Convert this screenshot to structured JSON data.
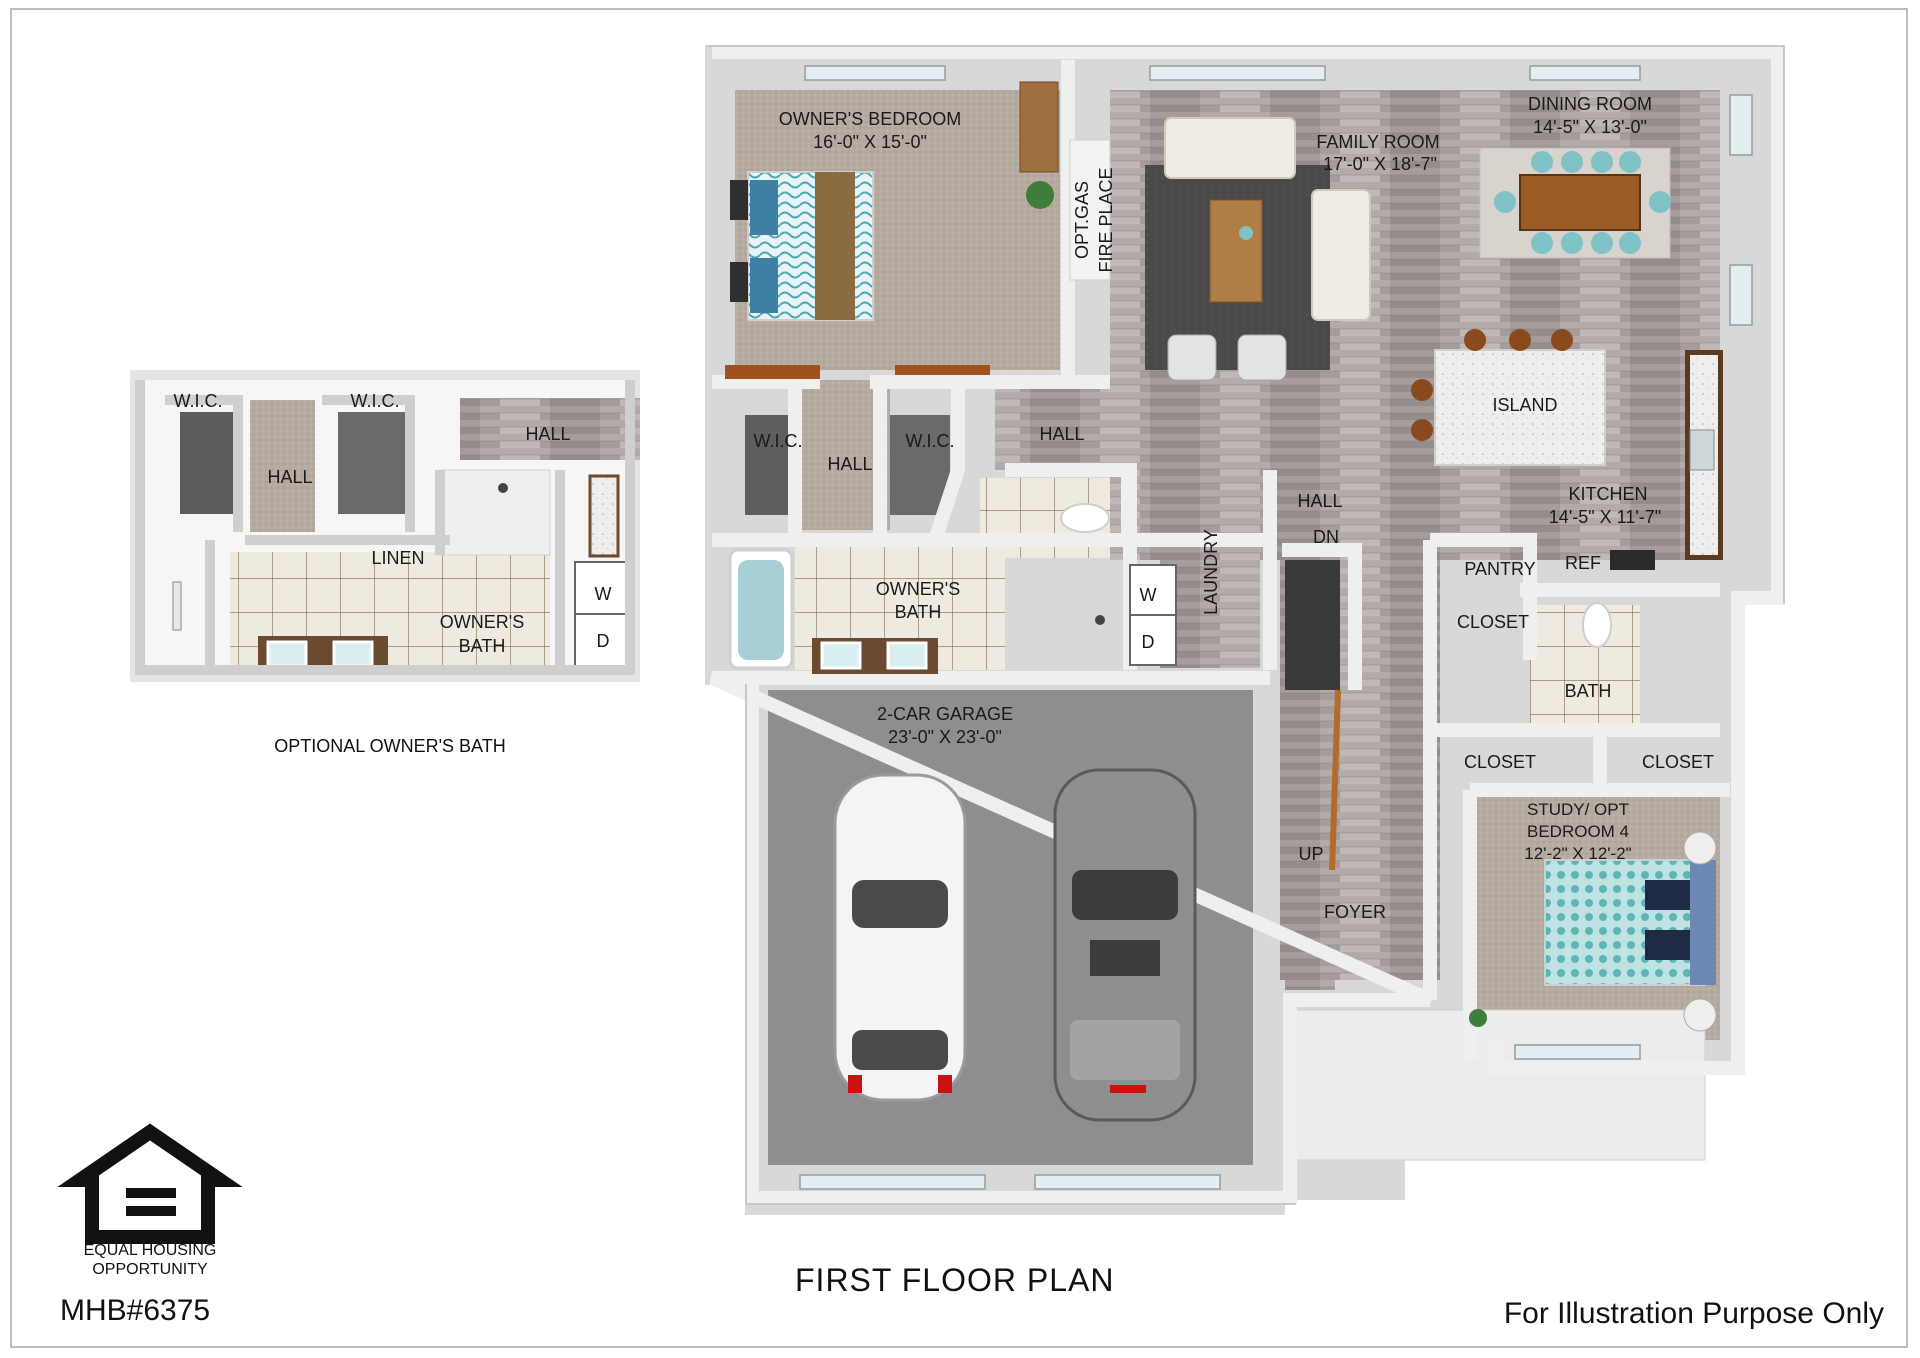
{
  "image": {
    "colors": {
      "wall": "#f2f2f2",
      "wall_shadow": "#c8c8c8",
      "wood_floor": "#a39a9a",
      "carpet": "#b7aca2",
      "tile": "#ece7dd",
      "garage": "#8e8e8e",
      "rug": "#4e4e4e",
      "teal": "#7fc3c6"
    }
  },
  "optional_owners_bath": {
    "caption": "OPTIONAL OWNER'S BATH",
    "rooms": {
      "wic_left": "W.I.C.",
      "wic_right": "W.I.C.",
      "hall_top": "HALL",
      "hall_left": "HALL",
      "linen": "LINEN",
      "owners_bath_line1": "OWNER'S",
      "owners_bath_line2": "BATH",
      "washer": "W",
      "dryer": "D"
    }
  },
  "first_floor": {
    "caption": "FIRST FLOOR  PLAN",
    "rooms": {
      "owners_bedroom": {
        "name": "OWNER'S BEDROOM",
        "size": "16'-0\" X 15'-0\""
      },
      "fireplace_line1": "OPT.GAS",
      "fireplace_line2": "FIRE PLACE",
      "family_room": {
        "name": "FAMILY ROOM",
        "size": "17'-0\" X 18'-7\""
      },
      "dining_room": {
        "name": "DINING ROOM",
        "size": "14'-5\" X 13'-0\""
      },
      "island": "ISLAND",
      "kitchen": {
        "name": "KITCHEN",
        "size": "14'-5\" X 11'-7\""
      },
      "hall_main": "HALL",
      "hall_bedroom": "HALL",
      "hall_stair": "HALL",
      "wic_left": "W.I.C.",
      "wic_right": "W.I.C.",
      "owners_bath_line1": "OWNER'S",
      "owners_bath_line2": "BATH",
      "washer": "W",
      "dryer": "D",
      "laundry": "LAUNDRY",
      "stairs_down": "DN",
      "stairs_up": "UP",
      "pantry": "PANTRY",
      "refrigerator": "REF",
      "closet_upper": "CLOSET",
      "bath": "BATH",
      "closet_left": "CLOSET",
      "closet_right": "CLOSET",
      "study": {
        "line1": "STUDY/ OPT",
        "line2": "BEDROOM 4",
        "size": "12'-2\" X 12'-2\""
      },
      "foyer": "FOYER",
      "garage": {
        "name": "2-CAR GARAGE",
        "size": "23'-0\" X 23'-0\""
      }
    }
  },
  "footer": {
    "logo_line1": "EQUAL HOUSING",
    "logo_line2": "OPPORTUNITY",
    "ref_code": "MHB#6375",
    "disclaimer": "For Illustration Purpose Only"
  }
}
